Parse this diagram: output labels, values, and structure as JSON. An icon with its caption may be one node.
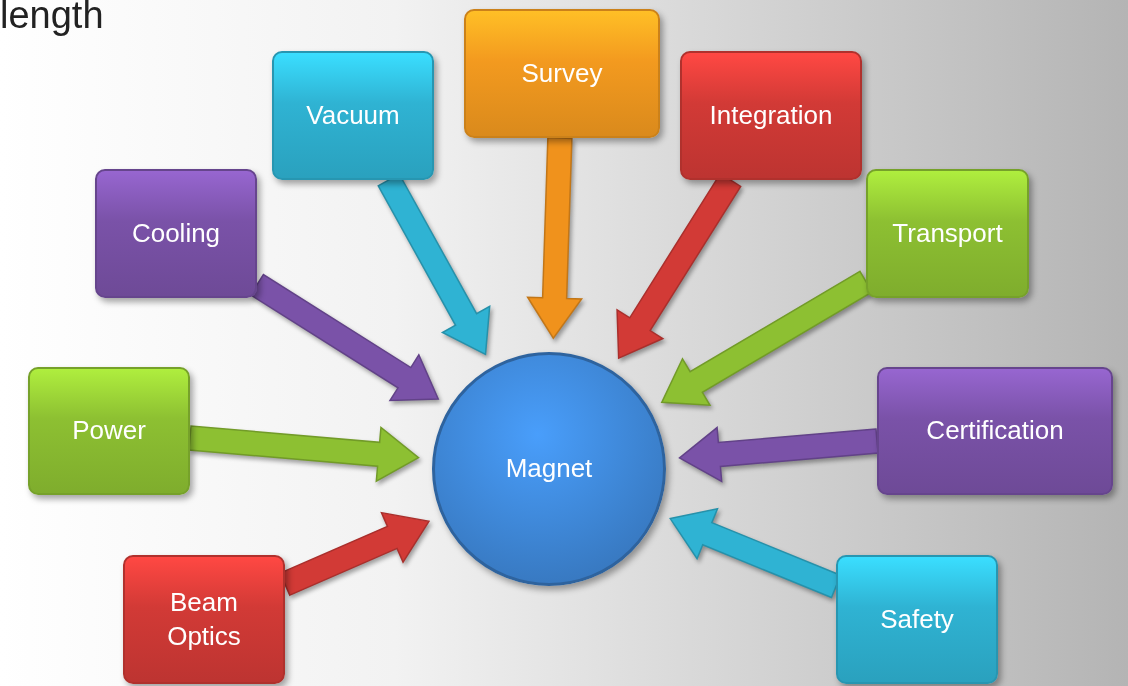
{
  "diagram": {
    "nodes": [
      {
        "text": [
          "Survey"
        ]
      },
      {
        "text": [
          "Vacuum"
        ]
      },
      {
        "text": [
          "Integration"
        ]
      },
      {
        "text": [
          "Cooling"
        ]
      },
      {
        "text": [
          "Transport"
        ]
      },
      {
        "text": [
          "Power"
        ]
      },
      {
        "text": [
          "Certification"
        ]
      },
      {
        "text": [
          "Magnet"
        ]
      },
      {
        "text": [
          "Beam Optics"
        ]
      },
      {
        "text": [
          "Safety"
        ]
      }
    ],
    "edges": [
      {
        "from": 0,
        "to": 7,
        "arrow": "to",
        "style": "thick",
        "color": "#f0921c"
      },
      {
        "from": 1,
        "to": 7,
        "arrow": "to",
        "style": "thick",
        "color": "#2fb3d3"
      },
      {
        "from": 2,
        "to": 7,
        "arrow": "to",
        "style": "thick",
        "color": "#d23a36"
      },
      {
        "from": 3,
        "to": 7,
        "arrow": "to",
        "style": "thick",
        "color": "#7a52a8"
      },
      {
        "from": 4,
        "to": 7,
        "arrow": "to",
        "style": "thick",
        "color": "#8dc032"
      },
      {
        "from": 5,
        "to": 7,
        "arrow": "to",
        "style": "thick",
        "color": "#8dc032"
      },
      {
        "from": 6,
        "to": 7,
        "arrow": "to",
        "style": "thick",
        "color": "#7a52a8"
      },
      {
        "from": 8,
        "to": 7,
        "arrow": "to",
        "style": "thick",
        "color": "#d23a36"
      },
      {
        "from": 9,
        "to": 7,
        "arrow": "to",
        "style": "thick",
        "color": "#2fb3d3"
      }
    ],
    "labels": [
      "length"
    ]
  }
}
